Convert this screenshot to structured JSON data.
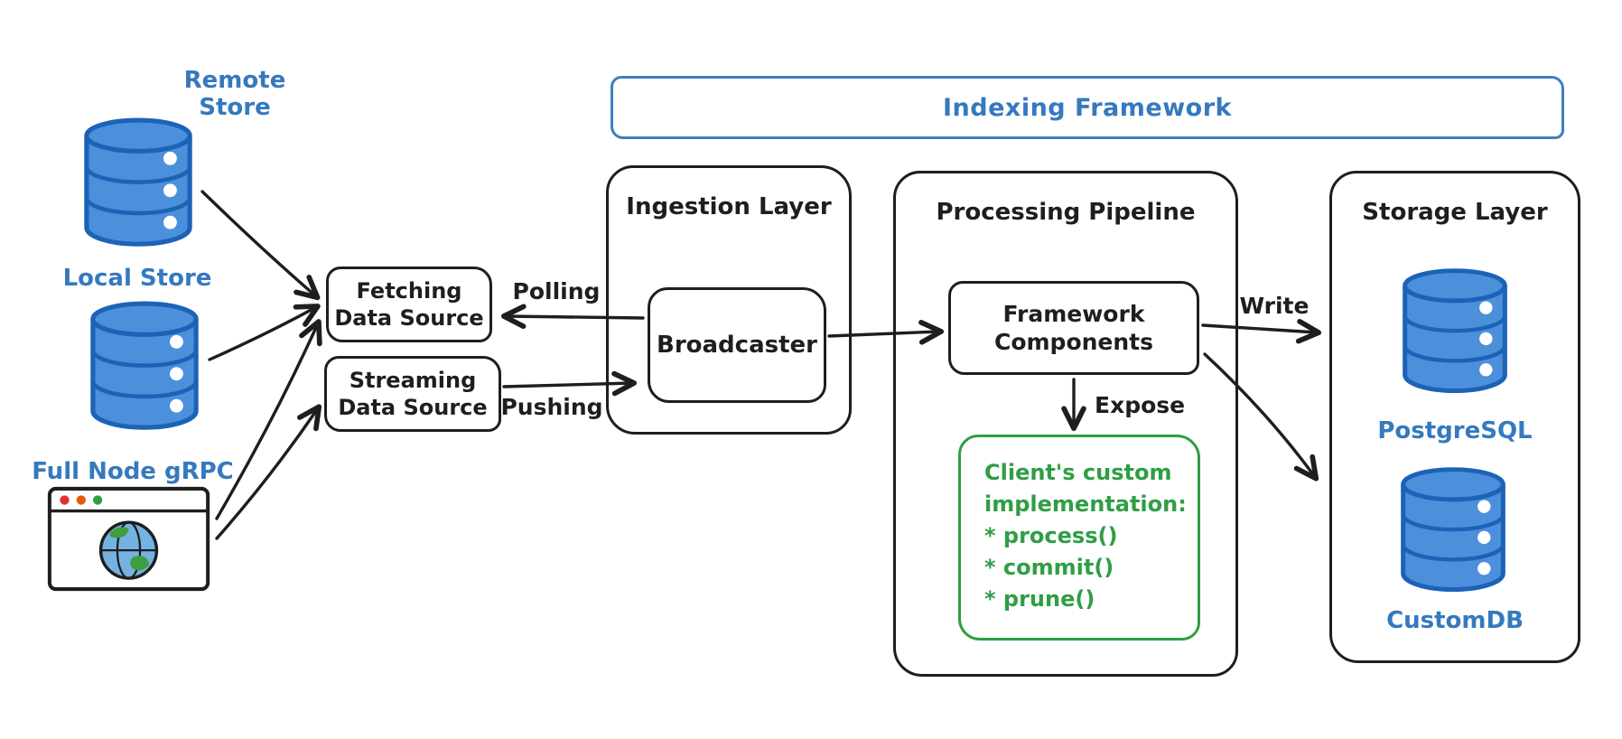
{
  "title": "Indexing Framework",
  "sources": {
    "remote_store_label": "Remote Store",
    "local_store_label": "Local Store",
    "full_node_label": "Full Node gRPC"
  },
  "fetching_box": {
    "line1": "Fetching",
    "line2": "Data Source"
  },
  "streaming_box": {
    "line1": "Streaming",
    "line2": "Data Source"
  },
  "ingestion": {
    "title": "Ingestion Layer",
    "broadcaster_label": "Broadcaster"
  },
  "processing": {
    "title": "Processing Pipeline",
    "framework_box": {
      "line1": "Framework",
      "line2": "Components"
    },
    "client_box": {
      "lines": [
        "Client's custom",
        "implementation:",
        "* process()",
        "* commit()",
        "* prune()"
      ]
    }
  },
  "storage": {
    "title": "Storage Layer",
    "postgresql_label": "PostgreSQL",
    "customdb_label": "CustomDB"
  },
  "edge_labels": {
    "polling": "Polling",
    "pushing": "Pushing",
    "expose": "Expose",
    "write": "Write"
  },
  "icons": {
    "remote_store": "database-cylinder",
    "local_store": "database-cylinder",
    "full_node": "browser-window-with-globe",
    "postgresql": "database-cylinder",
    "customdb": "database-cylinder"
  },
  "colors": {
    "ink": "#1e1e1e",
    "accent_blue": "#3579be",
    "db_fill": "#4c8fdb",
    "db_stroke": "#1c63b7",
    "green": "#2f9e44",
    "browser_dot_red": "#e03131",
    "browser_dot_orange": "#e8590c",
    "browser_dot_green": "#2f9e44"
  }
}
